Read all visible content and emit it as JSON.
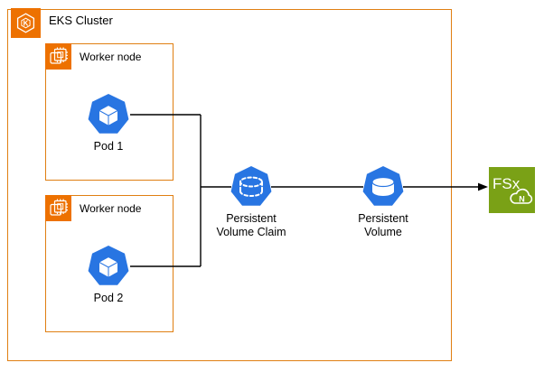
{
  "diagram": {
    "cluster": {
      "label": "EKS Cluster"
    },
    "worker_nodes": [
      {
        "label": "Worker node",
        "pod_label": "Pod 1"
      },
      {
        "label": "Worker node",
        "pod_label": "Pod 2"
      }
    ],
    "pvc": {
      "label": "Persistent\nVolume Claim"
    },
    "pv": {
      "label": "Persistent\nVolume"
    },
    "fsx": {
      "label": "FSx",
      "badge": "N"
    }
  },
  "icons": [
    "eks-icon",
    "worker-node-chip-icon",
    "kubernetes-pod-icon",
    "persistent-volume-claim-icon",
    "persistent-volume-icon",
    "fsx-netapp-ontap-icon"
  ],
  "colors": {
    "box_border_orange": "#e07f12",
    "aws_icon_orange": "#ed7100",
    "kubernetes_blue": "#2875e2",
    "fsx_green": "#7aa116",
    "connector_black": "#000000",
    "background": "#ffffff"
  }
}
